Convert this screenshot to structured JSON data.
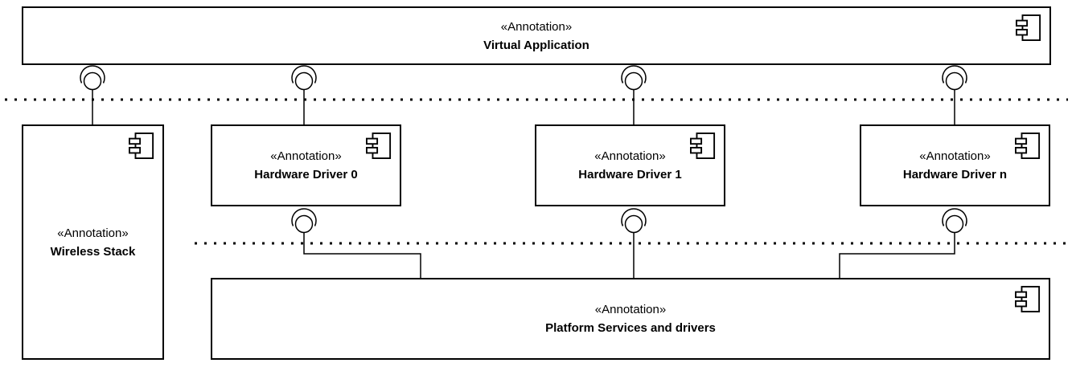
{
  "diagram": {
    "kind": "uml-component-diagram",
    "colors": {
      "stroke": "#000000",
      "fill": "#ffffff",
      "background": "#ffffff"
    },
    "components": {
      "virtual_application": {
        "stereotype": "«Annotation»",
        "name": "Virtual Application",
        "icon": "uml-component-icon"
      },
      "wireless_stack": {
        "stereotype": "«Annotation»",
        "name": "Wireless Stack",
        "icon": "uml-component-icon"
      },
      "hardware_driver_0": {
        "stereotype": "«Annotation»",
        "name": "Hardware Driver 0",
        "icon": "uml-component-icon"
      },
      "hardware_driver_1": {
        "stereotype": "«Annotation»",
        "name": "Hardware Driver 1",
        "icon": "uml-component-icon"
      },
      "hardware_driver_n": {
        "stereotype": "«Annotation»",
        "name": "Hardware Driver n",
        "icon": "uml-component-icon"
      },
      "platform_services": {
        "stereotype": "«Annotation»",
        "name": "Platform Services and drivers",
        "icon": "uml-component-icon"
      }
    },
    "connectors": [
      {
        "from": "Virtual Application",
        "to": "Wireless Stack",
        "type": "ball-and-socket"
      },
      {
        "from": "Virtual Application",
        "to": "Hardware Driver 0",
        "type": "ball-and-socket"
      },
      {
        "from": "Virtual Application",
        "to": "Hardware Driver 1",
        "type": "ball-and-socket"
      },
      {
        "from": "Virtual Application",
        "to": "Hardware Driver n",
        "type": "ball-and-socket"
      },
      {
        "from": "Hardware Driver 0",
        "to": "Platform Services and drivers",
        "type": "ball-and-socket"
      },
      {
        "from": "Hardware Driver 1",
        "to": "Platform Services and drivers",
        "type": "ball-and-socket"
      },
      {
        "from": "Hardware Driver n",
        "to": "Platform Services and drivers",
        "type": "ball-and-socket"
      }
    ],
    "separators": [
      {
        "name": "upper-layer-boundary",
        "style": "dotted"
      },
      {
        "name": "lower-layer-boundary",
        "style": "dotted"
      }
    ]
  }
}
